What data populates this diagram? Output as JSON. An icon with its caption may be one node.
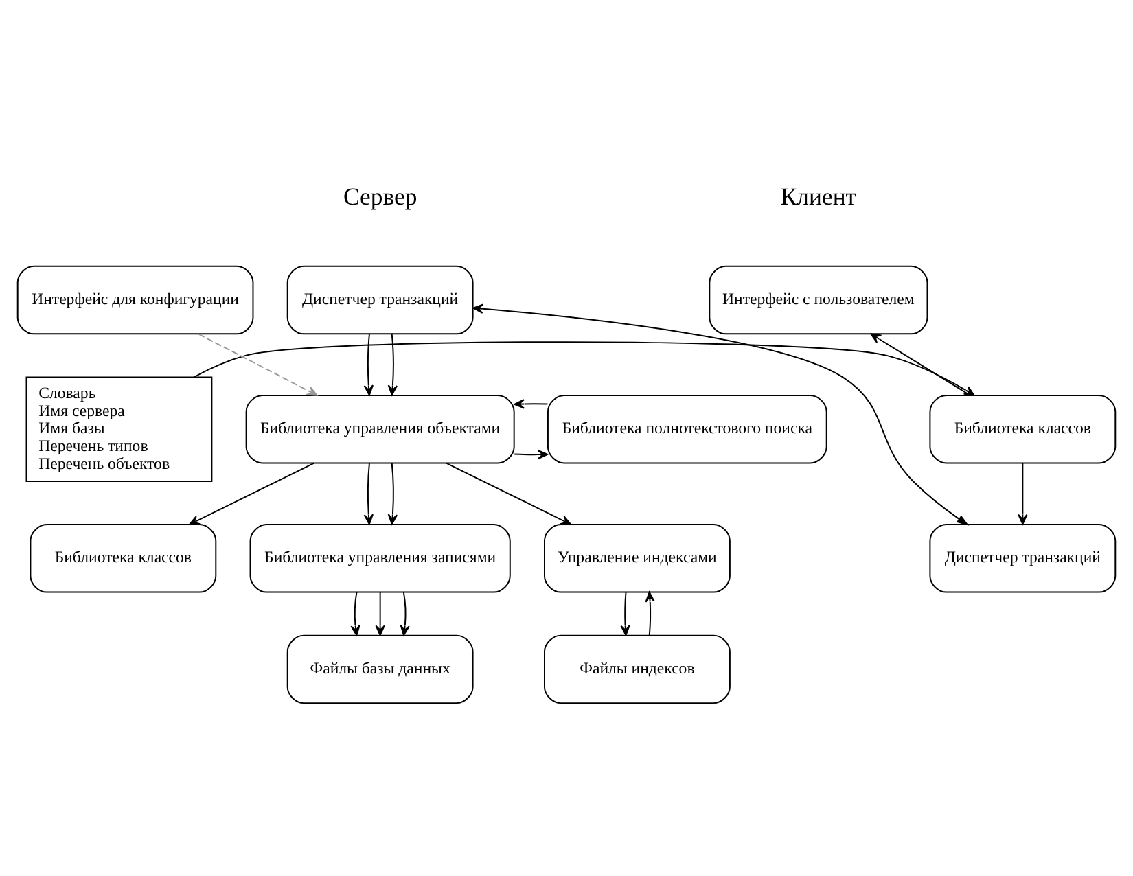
{
  "diagram": {
    "nodes": [
      {
        "text": [
          "Словарь",
          "Имя сервера",
          "Имя базы",
          "Перечень типов",
          "Перечень объектов"
        ]
      },
      {
        "text": [
          "Интерфейс с пользователем"
        ]
      },
      {
        "text": [
          "Библиотека классов"
        ]
      },
      {
        "text": [
          "Диспетчер транзакций"
        ]
      },
      {
        "text": [
          "Диспетчер транзакций"
        ]
      },
      {
        "text": [
          "Интерфейс для конфигурации"
        ]
      },
      {
        "text": [
          "Библиотека управления объектами"
        ]
      },
      {
        "text": [
          "Библиотека полнотекстового поиска"
        ]
      },
      {
        "text": [
          "Библиотека классов"
        ]
      },
      {
        "text": [
          "Библиотека управления записями"
        ]
      },
      {
        "text": [
          "Управление индексами"
        ]
      },
      {
        "text": [
          "Файлы базы данных"
        ]
      },
      {
        "text": [
          "Файлы индексов"
        ]
      }
    ],
    "edges": [
      {
        "from": 0,
        "to": 2,
        "arrow": "to"
      },
      {
        "from": 2,
        "to": 1,
        "arrow": "to"
      },
      {
        "from": 2,
        "to": 3,
        "arrow": "to"
      },
      {
        "from": 3,
        "to": 4,
        "arrow": "both"
      },
      {
        "from": 4,
        "to": 6,
        "arrow": "to"
      },
      {
        "from": 4,
        "to": 6,
        "arrow": "to"
      },
      {
        "from": 5,
        "to": 6,
        "arrow": "to",
        "style": "dashed",
        "color": "#999999"
      },
      {
        "from": 6,
        "to": 7,
        "arrow": "to"
      },
      {
        "from": 7,
        "to": 6,
        "arrow": "to"
      },
      {
        "from": 6,
        "to": 8,
        "arrow": "to"
      },
      {
        "from": 6,
        "to": 10,
        "arrow": "to"
      },
      {
        "from": 6,
        "to": 9,
        "arrow": "to"
      },
      {
        "from": 6,
        "to": 9,
        "arrow": "to"
      },
      {
        "from": 9,
        "to": 11,
        "arrow": "to"
      },
      {
        "from": 9,
        "to": 11,
        "arrow": "to"
      },
      {
        "from": 9,
        "to": 11,
        "arrow": "to"
      },
      {
        "from": 10,
        "to": 12,
        "arrow": "to"
      },
      {
        "from": 12,
        "to": 10,
        "arrow": "to"
      }
    ],
    "labels": [
      "Клиент",
      "Сервер"
    ]
  }
}
